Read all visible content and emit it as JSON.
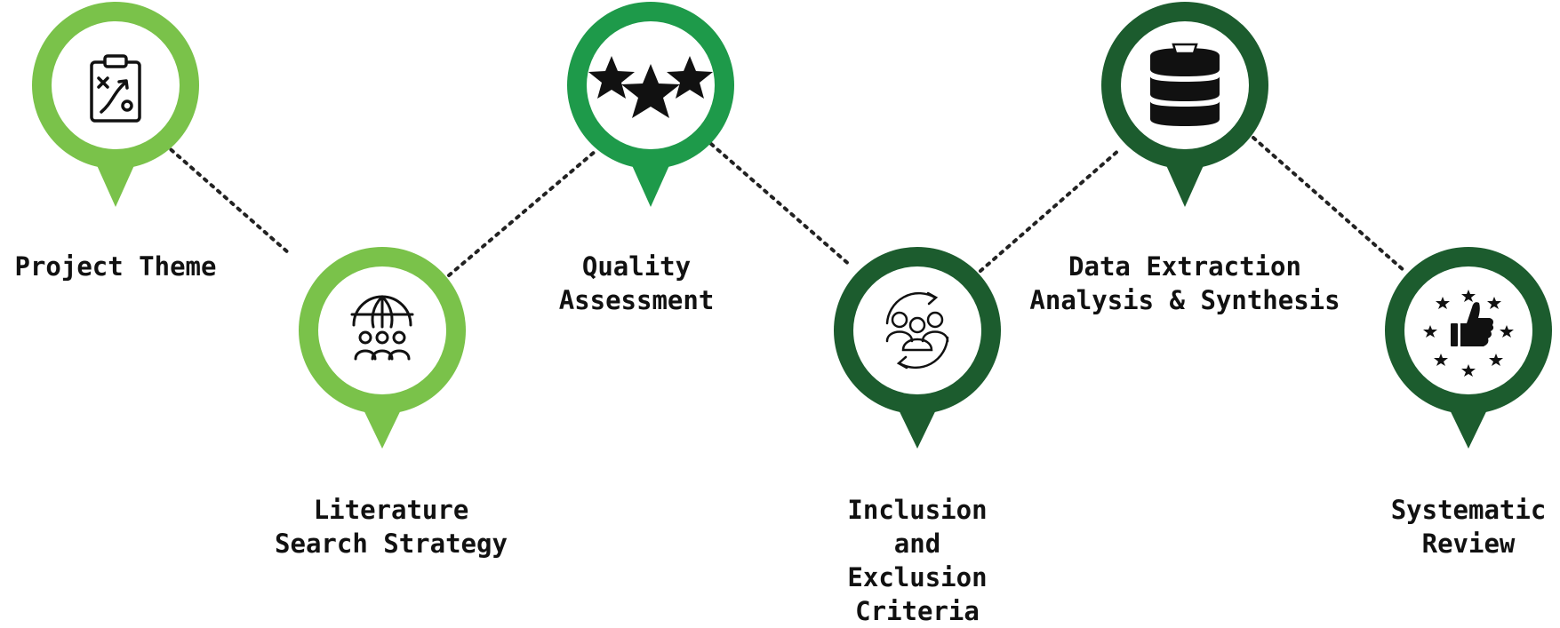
{
  "colors": {
    "light_green": "#7ac24a",
    "medium_green": "#1e9a4a",
    "dark_green": "#1c5c2e",
    "icon": "#111111",
    "connector": "#222222"
  },
  "steps": [
    {
      "id": "project-theme",
      "icon": "clipboard-strategy-icon",
      "color": "light_green",
      "lines": [
        "Project Theme"
      ]
    },
    {
      "id": "literature-search",
      "icon": "globe-people-icon",
      "color": "light_green",
      "lines": [
        "Literature",
        "Search Strategy"
      ]
    },
    {
      "id": "quality-assessment",
      "icon": "three-stars-icon",
      "color": "medium_green",
      "lines": [
        "Quality",
        "Assessment"
      ]
    },
    {
      "id": "inclusion-exclusion",
      "icon": "people-cycle-icon",
      "color": "dark_green",
      "lines": [
        "Inclusion",
        "and",
        "Exclusion",
        "Criteria"
      ]
    },
    {
      "id": "data-extraction",
      "icon": "database-icon",
      "color": "dark_green",
      "lines": [
        "Data Extraction",
        "Analysis & Synthesis"
      ]
    },
    {
      "id": "systematic-review",
      "icon": "thumbs-up-stars-icon",
      "color": "dark_green",
      "lines": [
        "Systematic",
        "Review"
      ]
    }
  ]
}
